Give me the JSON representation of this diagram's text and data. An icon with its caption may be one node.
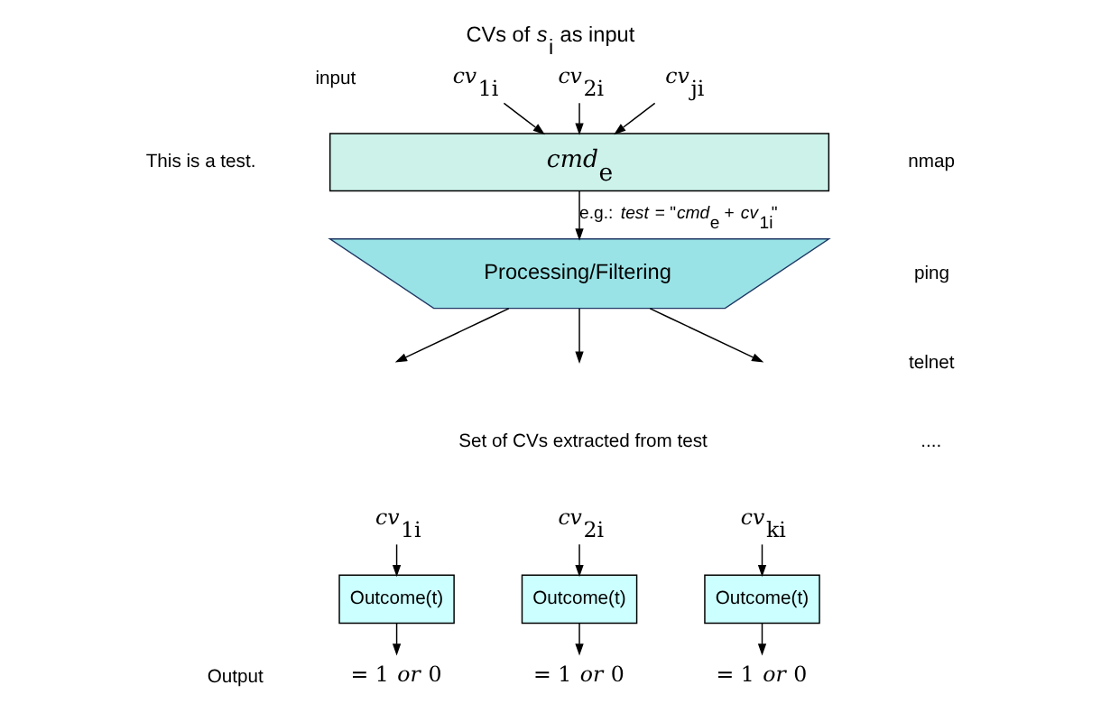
{
  "diagram": {
    "title": "CVs of *s*$_{i}$ as input",
    "nodes": [
      {
        "text": [
          "*cmd*$_{e}$"
        ]
      },
      {
        "text": [
          "Processing/Filtering"
        ]
      },
      {
        "text": [
          "Outcome(t)"
        ]
      },
      {
        "text": [
          "Outcome(t)"
        ]
      },
      {
        "text": [
          "Outcome(t)"
        ]
      },
      {
        "text": [
          "*cv*$_{1i}$"
        ]
      },
      {
        "text": [
          "*cv*$_{2i}$"
        ]
      },
      {
        "text": [
          "*cv*$_{ji}$"
        ]
      },
      {
        "text": [
          "*cv*$_{1i}$"
        ]
      },
      {
        "text": [
          "*cv*$_{2i}$"
        ]
      },
      {
        "text": [
          "*cv*$_{ki}$"
        ]
      },
      {
        "text": [
          "= 1 *or* 0"
        ]
      },
      {
        "text": [
          "= 1 *or* 0"
        ]
      },
      {
        "text": [
          "= 1 *or* 0"
        ]
      }
    ],
    "edges": [
      {
        "from": 5,
        "to": 0,
        "arrow": "to"
      },
      {
        "from": 6,
        "to": 0,
        "arrow": "to"
      },
      {
        "from": 7,
        "to": 0,
        "arrow": "to"
      },
      {
        "from": 0,
        "to": 1,
        "arrow": "to",
        "label": "e.g.: *test* = \"*cmd*$_{e}$ + *cv*$_{1i}$\""
      },
      {
        "from": 1,
        "to": null,
        "arrow": "to"
      },
      {
        "from": 1,
        "to": null,
        "arrow": "to"
      },
      {
        "from": 1,
        "to": null,
        "arrow": "to"
      },
      {
        "from": 8,
        "to": 2,
        "arrow": "to"
      },
      {
        "from": 9,
        "to": 3,
        "arrow": "to"
      },
      {
        "from": 10,
        "to": 4,
        "arrow": "to"
      },
      {
        "from": 2,
        "to": 11,
        "arrow": "to"
      },
      {
        "from": 3,
        "to": 12,
        "arrow": "to"
      },
      {
        "from": 4,
        "to": 13,
        "arrow": "to"
      }
    ],
    "labels": [
      "input",
      "nmap",
      "ping",
      "telnet",
      "....",
      "This is a test.",
      "Set of CVs extracted from test",
      "Output"
    ]
  }
}
